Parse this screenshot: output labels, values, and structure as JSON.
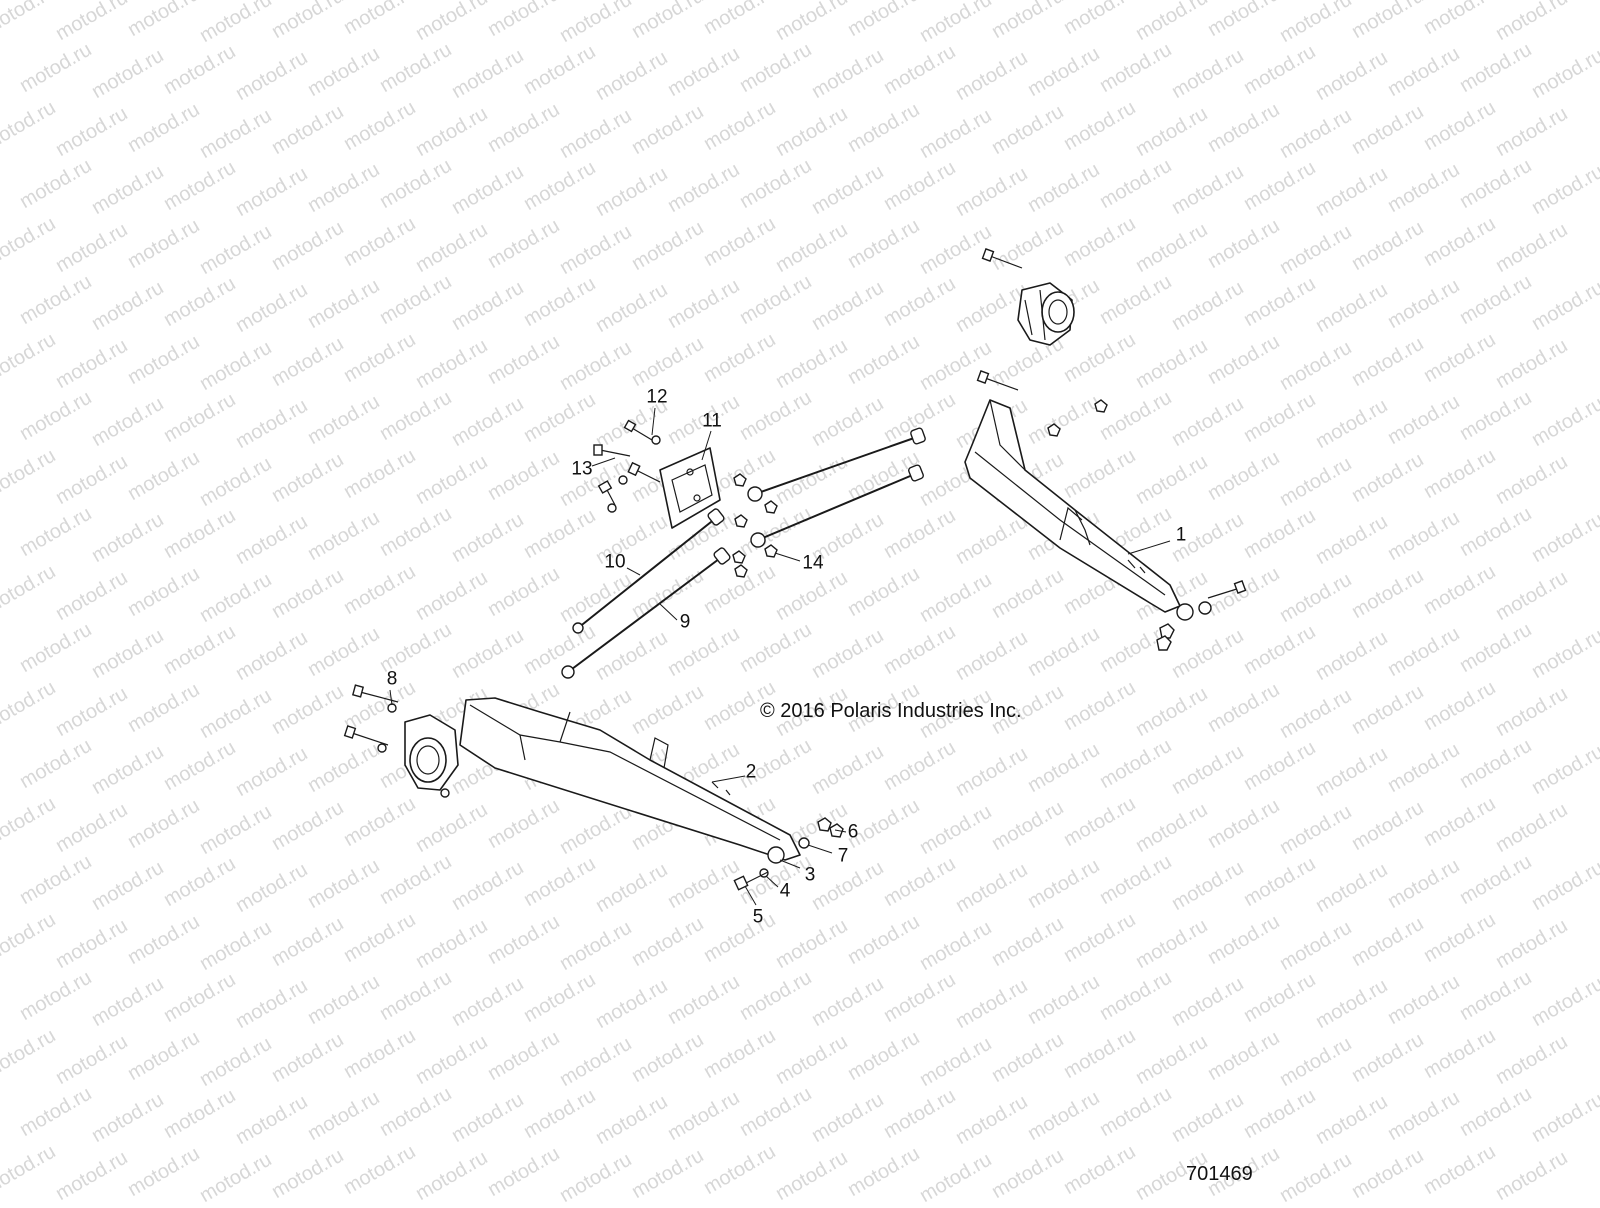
{
  "watermark": "motod.ru",
  "copyright": "© 2016 Polaris Industries Inc.",
  "figure_number": "701469",
  "callouts": [
    "1",
    "2",
    "3",
    "4",
    "5",
    "6",
    "7",
    "8",
    "9",
    "10",
    "11",
    "12",
    "13",
    "14"
  ]
}
